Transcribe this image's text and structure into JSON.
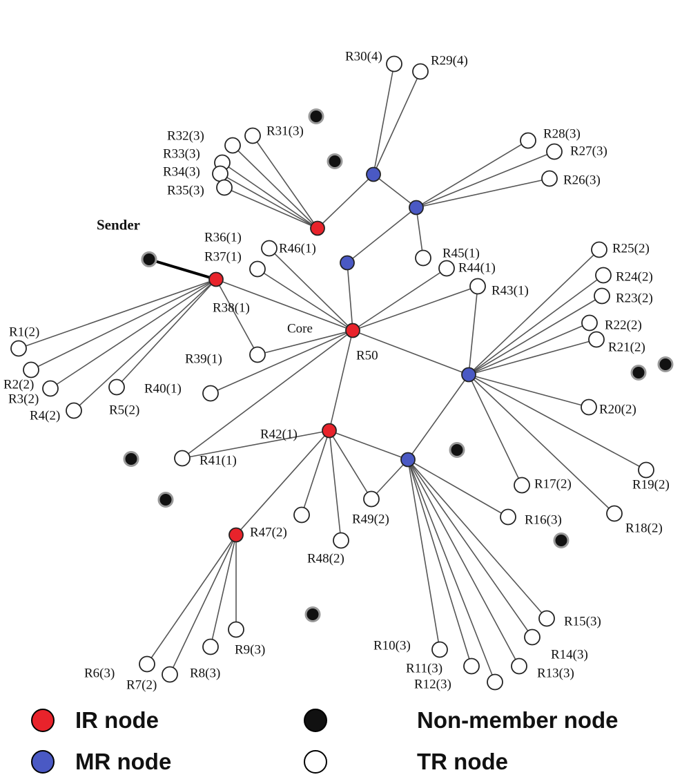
{
  "colors": {
    "ir": "#e8232b",
    "mr": "#4a59c4",
    "nonmember": "#111111",
    "tr": "#ffffff",
    "edge": "#555555",
    "sender_edge": "#000000"
  },
  "sender_label": "Sender",
  "core_label": "Core",
  "nodes": [
    {
      "id": "sender",
      "type": "nonmember",
      "label": ""
    },
    {
      "id": "ir38",
      "type": "ir",
      "label": ""
    },
    {
      "id": "ir46",
      "type": "ir",
      "label": ""
    },
    {
      "id": "core",
      "type": "ir",
      "label": "R50"
    },
    {
      "id": "ir42",
      "type": "ir",
      "label": ""
    },
    {
      "id": "ir47",
      "type": "ir",
      "label": "R47(2)"
    },
    {
      "id": "mr30",
      "type": "mr",
      "label": ""
    },
    {
      "id": "mr26",
      "type": "mr",
      "label": ""
    },
    {
      "id": "mr46",
      "type": "mr",
      "label": ""
    },
    {
      "id": "mr21",
      "type": "mr",
      "label": ""
    },
    {
      "id": "mr49",
      "type": "mr",
      "label": ""
    },
    {
      "id": "r30",
      "type": "tr",
      "label": "R30(4)"
    },
    {
      "id": "r29",
      "type": "tr",
      "label": "R29(4)"
    },
    {
      "id": "r28",
      "type": "tr",
      "label": "R28(3)"
    },
    {
      "id": "r27",
      "type": "tr",
      "label": "R27(3)"
    },
    {
      "id": "r26",
      "type": "tr",
      "label": "R26(3)"
    },
    {
      "id": "r31",
      "type": "tr",
      "label": "R31(3)"
    },
    {
      "id": "r32",
      "type": "tr",
      "label": "R32(3)"
    },
    {
      "id": "r33",
      "type": "tr",
      "label": "R33(3)"
    },
    {
      "id": "r34",
      "type": "tr",
      "label": "R34(3)"
    },
    {
      "id": "r35",
      "type": "tr",
      "label": "R35(3)"
    },
    {
      "id": "r36",
      "type": "tr",
      "label": "R36(1)"
    },
    {
      "id": "r37",
      "type": "tr",
      "label": "R37(1)"
    },
    {
      "id": "r46",
      "type": "tr",
      "label": "R46(1)"
    },
    {
      "id": "r45",
      "type": "tr",
      "label": "R45(1)"
    },
    {
      "id": "r44",
      "type": "tr",
      "label": "R44(1)"
    },
    {
      "id": "r43",
      "type": "tr",
      "label": "R43(1)"
    },
    {
      "id": "r38",
      "type": "tr",
      "label": "R38(1)"
    },
    {
      "id": "r39",
      "type": "tr",
      "label": "R39(1)"
    },
    {
      "id": "r40",
      "type": "tr",
      "label": "R40(1)"
    },
    {
      "id": "r41",
      "type": "tr",
      "label": "R41(1)"
    },
    {
      "id": "r42",
      "type": "tr",
      "label": "R42(1)"
    },
    {
      "id": "r1",
      "type": "tr",
      "label": "R1(2)"
    },
    {
      "id": "r2",
      "type": "tr",
      "label": "R2(2)"
    },
    {
      "id": "r3",
      "type": "tr",
      "label": "R3(2)"
    },
    {
      "id": "r4",
      "type": "tr",
      "label": "R4(2)"
    },
    {
      "id": "r5",
      "type": "tr",
      "label": "R5(2)"
    },
    {
      "id": "r25",
      "type": "tr",
      "label": "R25(2)"
    },
    {
      "id": "r24",
      "type": "tr",
      "label": "R24(2)"
    },
    {
      "id": "r23",
      "type": "tr",
      "label": "R23(2)"
    },
    {
      "id": "r22",
      "type": "tr",
      "label": "R22(2)"
    },
    {
      "id": "r21",
      "type": "tr",
      "label": "R21(2)"
    },
    {
      "id": "r20",
      "type": "tr",
      "label": "R20(2)"
    },
    {
      "id": "r19",
      "type": "tr",
      "label": "R19(2)"
    },
    {
      "id": "r18",
      "type": "tr",
      "label": "R18(2)"
    },
    {
      "id": "r17",
      "type": "tr",
      "label": "R17(2)"
    },
    {
      "id": "r16",
      "type": "tr",
      "label": "R16(3)"
    },
    {
      "id": "r15",
      "type": "tr",
      "label": "R15(3)"
    },
    {
      "id": "r14",
      "type": "tr",
      "label": "R14(3)"
    },
    {
      "id": "r13",
      "type": "tr",
      "label": "R13(3)"
    },
    {
      "id": "r12",
      "type": "tr",
      "label": "R12(3)"
    },
    {
      "id": "r11",
      "type": "tr",
      "label": "R11(3)"
    },
    {
      "id": "r10",
      "type": "tr",
      "label": "R10(3)"
    },
    {
      "id": "r49",
      "type": "tr",
      "label": "R49(2)"
    },
    {
      "id": "r48",
      "type": "tr",
      "label": "R48(2)"
    },
    {
      "id": "r47",
      "type": "tr",
      "label": ""
    },
    {
      "id": "r9",
      "type": "tr",
      "label": "R9(3)"
    },
    {
      "id": "r8",
      "type": "tr",
      "label": "R8(3)"
    },
    {
      "id": "r7",
      "type": "tr",
      "label": "R7(2)"
    },
    {
      "id": "r6",
      "type": "tr",
      "label": "R6(3)"
    },
    {
      "id": "nm1",
      "type": "nonmember",
      "label": ""
    },
    {
      "id": "nm2",
      "type": "nonmember",
      "label": ""
    },
    {
      "id": "nm3",
      "type": "nonmember",
      "label": ""
    },
    {
      "id": "nm4",
      "type": "nonmember",
      "label": ""
    },
    {
      "id": "nm5",
      "type": "nonmember",
      "label": ""
    },
    {
      "id": "nm6",
      "type": "nonmember",
      "label": ""
    },
    {
      "id": "nm7",
      "type": "nonmember",
      "label": ""
    },
    {
      "id": "nm8",
      "type": "nonmember",
      "label": ""
    },
    {
      "id": "nm9",
      "type": "nonmember",
      "label": ""
    },
    {
      "id": "nm10",
      "type": "nonmember",
      "label": ""
    }
  ],
  "edges": [
    [
      "sender",
      "ir38",
      "bold"
    ],
    [
      "ir38",
      "core"
    ],
    [
      "ir38",
      "r1"
    ],
    [
      "ir38",
      "r2"
    ],
    [
      "ir38",
      "r3"
    ],
    [
      "ir38",
      "r4"
    ],
    [
      "ir38",
      "r5"
    ],
    [
      "ir38",
      "r39"
    ],
    [
      "ir46",
      "mr30"
    ],
    [
      "ir46",
      "r31"
    ],
    [
      "ir46",
      "r32"
    ],
    [
      "ir46",
      "r33"
    ],
    [
      "ir46",
      "r34"
    ],
    [
      "ir46",
      "r35"
    ],
    [
      "mr30",
      "r30"
    ],
    [
      "mr30",
      "r29"
    ],
    [
      "mr30",
      "mr26"
    ],
    [
      "mr26",
      "r28"
    ],
    [
      "mr26",
      "r27"
    ],
    [
      "mr26",
      "r26"
    ],
    [
      "mr26",
      "r45"
    ],
    [
      "mr26",
      "mr46"
    ],
    [
      "mr46",
      "core"
    ],
    [
      "core",
      "r36"
    ],
    [
      "core",
      "r37"
    ],
    [
      "core",
      "r44"
    ],
    [
      "core",
      "r43"
    ],
    [
      "core",
      "r39"
    ],
    [
      "core",
      "r40"
    ],
    [
      "core",
      "r41"
    ],
    [
      "core",
      "ir42"
    ],
    [
      "core",
      "mr21"
    ],
    [
      "ir42",
      "r41"
    ],
    [
      "ir42",
      "r49"
    ],
    [
      "ir42",
      "r48"
    ],
    [
      "ir42",
      "r47"
    ],
    [
      "ir42",
      "ir47"
    ],
    [
      "ir42",
      "mr49"
    ],
    [
      "ir47",
      "r9"
    ],
    [
      "ir47",
      "r8"
    ],
    [
      "ir47",
      "r7"
    ],
    [
      "ir47",
      "r6"
    ],
    [
      "mr21",
      "r43"
    ],
    [
      "mr21",
      "r25"
    ],
    [
      "mr21",
      "r24"
    ],
    [
      "mr21",
      "r23"
    ],
    [
      "mr21",
      "r22"
    ],
    [
      "mr21",
      "r21"
    ],
    [
      "mr21",
      "r20"
    ],
    [
      "mr21",
      "r19"
    ],
    [
      "mr21",
      "r18"
    ],
    [
      "mr21",
      "r17"
    ],
    [
      "mr21",
      "mr49"
    ],
    [
      "mr49",
      "r49"
    ],
    [
      "mr49",
      "r16"
    ],
    [
      "mr49",
      "r15"
    ],
    [
      "mr49",
      "r14"
    ],
    [
      "mr49",
      "r13"
    ],
    [
      "mr49",
      "r12"
    ],
    [
      "mr49",
      "r11"
    ],
    [
      "mr49",
      "r10"
    ]
  ],
  "legend": [
    {
      "type": "ir",
      "label": "IR node"
    },
    {
      "type": "mr",
      "label": "MR node"
    },
    {
      "type": "nonmember",
      "label": "Non-member node"
    },
    {
      "type": "tr",
      "label": "TR node"
    }
  ]
}
